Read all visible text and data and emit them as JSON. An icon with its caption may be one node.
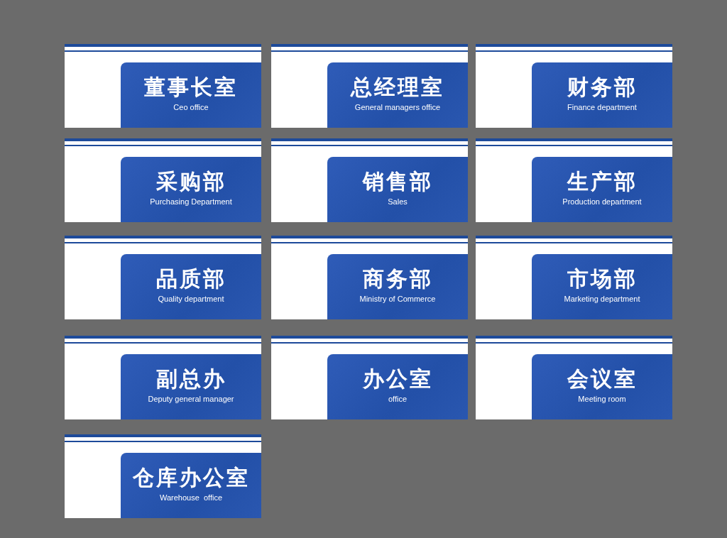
{
  "diagram": {
    "nodes": [
      {
        "text": [
          "董事长室",
          "Ceo office"
        ]
      },
      {
        "text": [
          "总经理室",
          "General managers office"
        ]
      },
      {
        "text": [
          "财务部",
          "Finance department"
        ]
      },
      {
        "text": [
          "采购部",
          "Purchasing Department"
        ]
      },
      {
        "text": [
          "销售部",
          "Sales"
        ]
      },
      {
        "text": [
          "生产部",
          "Production department"
        ]
      },
      {
        "text": [
          "品质部",
          "Quality department"
        ]
      },
      {
        "text": [
          "商务部",
          "Ministry of Commerce"
        ]
      },
      {
        "text": [
          "市场部",
          "Marketing department"
        ]
      },
      {
        "text": [
          "副总办",
          "Deputy general manager"
        ]
      },
      {
        "text": [
          "办公室",
          "office"
        ]
      },
      {
        "text": [
          "会议室",
          "Meeting room"
        ]
      },
      {
        "text": [
          "仓库办公室",
          "Warehouse  office"
        ]
      }
    ]
  }
}
